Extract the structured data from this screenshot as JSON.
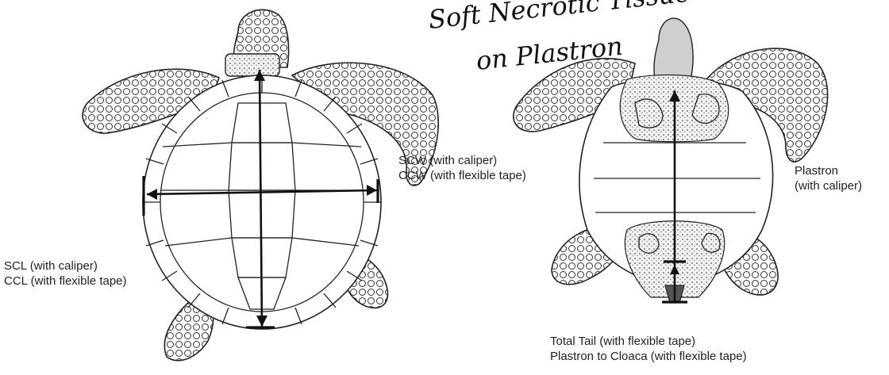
{
  "handwritten_note": {
    "line1": "Soft Necrotic Tissue",
    "line2": "on Plastron"
  },
  "labels": {
    "scw": "SCW (with caliper)",
    "ccw": "CCW (with flexible tape)",
    "scl": "SCL (with caliper)",
    "ccl": "CCL (with flexible tape)",
    "plastron": "Plastron",
    "plastron_sub": "(with caliper)",
    "total_tail": "Total Tail (with flexible tape)",
    "plastron_cloaca": "Plastron to Cloaca (with flexible tape)"
  }
}
